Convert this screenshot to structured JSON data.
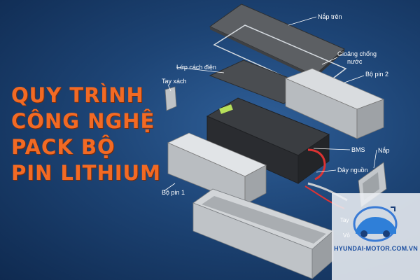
{
  "headline": {
    "line1": "QUY TRÌNH",
    "line2": "CÔNG NGHỆ",
    "line3": "PACK BỘ",
    "line4": "PIN LITHIUM"
  },
  "labels": {
    "top_cover": "Nắp trên",
    "waterproof_gasket_line1": "Gioăng chống",
    "waterproof_gasket_line2": "nước",
    "insulation_layer": "Lớp cách điện",
    "handle": "Tay xách",
    "pack_2": "Bộ pin 2",
    "bms": "BMS",
    "lid": "Nắp",
    "power_cable": "Dây nguồn",
    "pack_1": "Bộ pin 1",
    "partial_handle": "Tay",
    "partial_shell": "Vỏ"
  },
  "watermark": {
    "site": "HYUNDAI-MOTOR.COM.VN"
  },
  "colors": {
    "headline": "#f26a24",
    "background": "#1d4475",
    "watermark_text": "#1d4fa0"
  }
}
